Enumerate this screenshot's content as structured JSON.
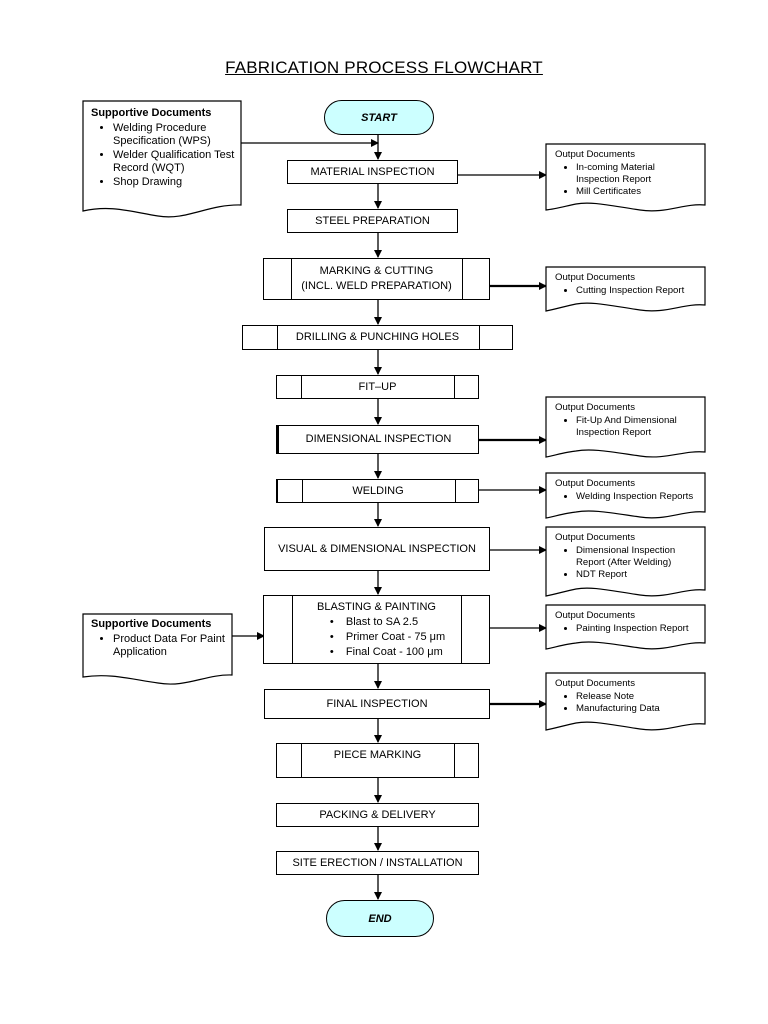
{
  "title": "FABRICATION PROCESS FLOWCHART",
  "start": "START",
  "end": "END",
  "steps": {
    "material_inspection": "MATERIAL INSPECTION",
    "steel_preparation": "STEEL PREPARATION",
    "marking_cutting_1": "MARKING & CUTTING",
    "marking_cutting_2": "(INCL. WELD PREPARATION)",
    "drilling": "DRILLING & PUNCHING HOLES",
    "fit_up": "FIT–UP",
    "dimensional_inspection": "DIMENSIONAL INSPECTION",
    "welding": "WELDING",
    "visual_dimensional": "VISUAL & DIMENSIONAL INSPECTION",
    "blasting_title": "BLASTING & PAINTING",
    "blasting_items": [
      "Blast to  SA 2.5",
      "Primer Coat - 75 μm",
      "Final Coat - 100 μm"
    ],
    "final_inspection": "FINAL INSPECTION",
    "piece_marking": "PIECE MARKING",
    "packing": "PACKING & DELIVERY",
    "site_erection": "SITE ERECTION / INSTALLATION"
  },
  "supportive_docs": [
    {
      "heading": "Supportive Documents",
      "items": [
        "Welding Procedure Specification (WPS)",
        "Welder Qualification Test Record (WQT)",
        "Shop Drawing"
      ]
    },
    {
      "heading": "Supportive Documents",
      "items": [
        "Product Data For Paint Application"
      ]
    }
  ],
  "output_docs": [
    {
      "heading": "Output Documents",
      "items": [
        "In-coming Material Inspection Report",
        "Mill Certificates"
      ]
    },
    {
      "heading": "Output Documents",
      "items": [
        "Cutting Inspection Report"
      ]
    },
    {
      "heading": "Output Documents",
      "items": [
        "Fit-Up And Dimensional Inspection Report"
      ]
    },
    {
      "heading": "Output Documents",
      "items": [
        "Welding Inspection Reports"
      ]
    },
    {
      "heading": "Output Documents",
      "items": [
        "Dimensional Inspection Report (After Welding)",
        "NDT Report"
      ]
    },
    {
      "heading": "Output Documents",
      "items": [
        "Painting Inspection Report"
      ]
    },
    {
      "heading": "Output Documents",
      "items": [
        "Release Note",
        "Manufacturing Data"
      ]
    }
  ]
}
